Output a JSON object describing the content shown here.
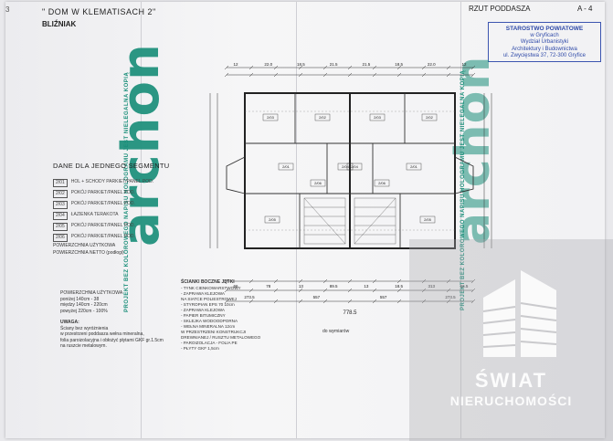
{
  "header": {
    "project_title": "\" DOM  W  KLEMATISACH 2\"",
    "subtitle": "BLIŹNIAK",
    "sheet_name": "RZUT PODDASZA",
    "sheet_number": "A - 4",
    "left_page_mark": "3"
  },
  "stamp": {
    "line1": "STAROSTWO POWIATOWE",
    "line2": "w Gryficach",
    "line3": "Wydział Urbanistyki",
    "line4": "Architektury i Budownictwa",
    "line5": "ul. Zwycięstwa 37, 72-300 Gryfice"
  },
  "brand": {
    "word": "archon",
    "vertical_text": "PROJEKT BEZ KOLOROWEGO NAPISU HOLOGRAMU JEST NIELEGALNA KOPIĄ",
    "color": "#1b8f7a"
  },
  "data_section": {
    "title": "DANE DLA JEDNEGO SEGMENTU",
    "rooms": [
      {
        "code": "2/01",
        "text": "HOL + SCHODY  PARKIET/PANEL POD."
      },
      {
        "code": "2/02",
        "text": "POKÓJ  PARKIET/PANEL POD."
      },
      {
        "code": "2/03",
        "text": "POKÓJ  PARKIET/PANEL POD."
      },
      {
        "code": "2/04",
        "text": "ŁAZIENKA  TERAKOTA"
      },
      {
        "code": "2/05",
        "text": "POKÓJ  PARKIET/PANEL POD."
      },
      {
        "code": "2/06",
        "text": "POKÓJ  PARKIET/PANEL POD."
      }
    ],
    "usable_area_label": "POWIERZCHNIA UŻYTKOWA",
    "net_area_label": "POWIERZCHNIA NETTO (podłogi)"
  },
  "notes": {
    "area_lines": [
      "POWIERZCHNIA UŻYTKOWA",
      "poniżej 140cm -  38",
      "między 140cm - 220cm",
      "powyżej 220cm - 100%"
    ],
    "uwaga_title": "UWAGA:",
    "uwaga_lines": [
      "Ściany bez wyróżnienia",
      "w przestrzeni poddasza wełna mineralna,",
      "folia paroizolacyjna i obłożyć płytami GKF gr.1.5cm",
      "na ruszcie metalowym."
    ]
  },
  "legend": {
    "title": "ŚCIANKI BOCZNE JĘTKI",
    "lines": [
      "- TYNK CIENKOWARSTWOWY",
      "- ZAPRAWA KLEJOWA",
      "  NA SIATCE POLIESTROWEJ",
      "- STYROPIAN EPS 70   10cm",
      "- ZAPRAWA KLEJOWA",
      "- PAPIER BITUMICZNY",
      "- SKLEJKA WODOODPORNA",
      "- WEŁNA MINERALNA  12cm",
      "  W PRZESTRZENI KONSTRUKCJI",
      "  DREWNIANEJ / RUSZTU METALOWEGO",
      "- PAROIZOLACJA  - FOLIA PE",
      "- PŁYTY GKF   1,5cm"
    ]
  },
  "north_note": "do wymiarów",
  "watermark": {
    "word1": "ŚWIAT",
    "word2": "NIERUCHOMOŚCI"
  },
  "plan": {
    "top_dims": [
      "12",
      "22.0",
      "18.5",
      "21.5",
      "21.5",
      "18.5",
      "22.0",
      "12"
    ],
    "bottom_dims": [
      "66",
      "78",
      "13",
      "89.5",
      "13",
      "18.5",
      "313",
      "66.5"
    ],
    "totals": [
      "273.5",
      "557",
      "557",
      "273.5"
    ],
    "overall": "778.5",
    "room_tags": [
      "2/03",
      "2/02",
      "2/03",
      "2/02",
      "2/01",
      "2/01",
      "2/04",
      "2/04",
      "2/05",
      "2/06",
      "2/05",
      "2/06"
    ]
  }
}
